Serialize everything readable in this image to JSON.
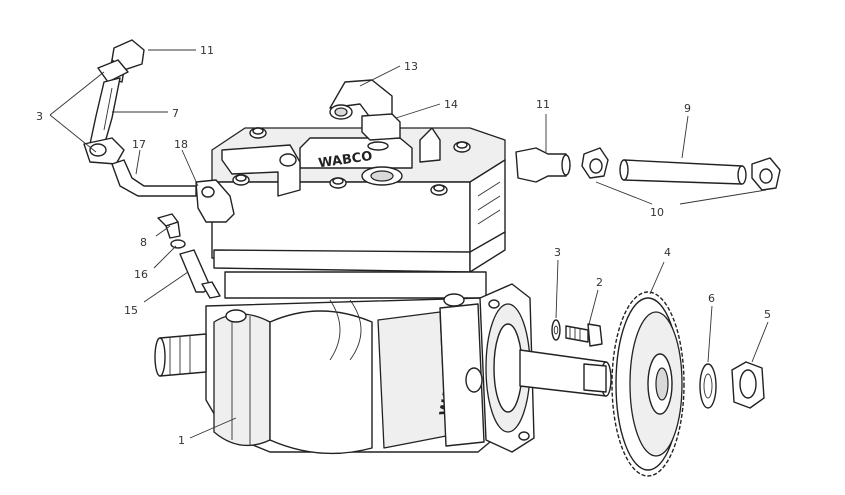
{
  "brand_marks": {
    "head_logo": "WABCO",
    "body_logo": "WABCO"
  },
  "callouts": {
    "c1": "1",
    "c2": "2",
    "c3": "3",
    "c4": "4",
    "c5": "5",
    "c6": "6",
    "c7": "7",
    "c8": "8",
    "c9": "9",
    "c10": "10",
    "c11_top": "11",
    "c11_right": "11",
    "c3_left": "3",
    "c13": "13",
    "c14": "14",
    "c15": "15",
    "c16": "16",
    "c17": "17",
    "c18": "18"
  }
}
